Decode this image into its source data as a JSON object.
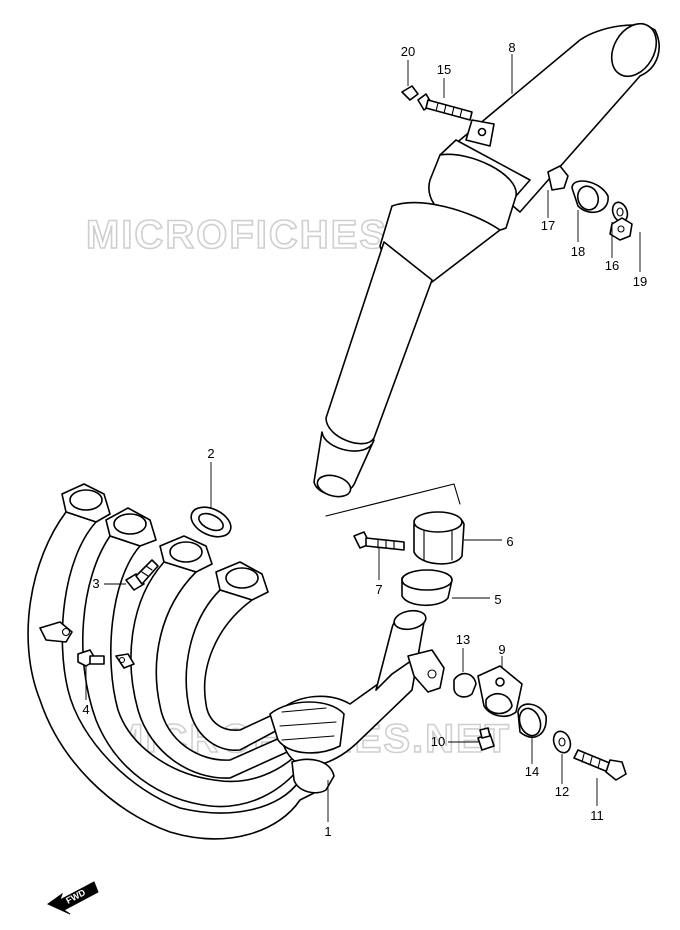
{
  "diagram": {
    "watermark_text": "MICROFICHES.NET",
    "fwd_label": "FWD",
    "parts": [
      {
        "id": "p1",
        "label": "1",
        "name": "exhaust-pipe-assembly"
      },
      {
        "id": "p2",
        "label": "2",
        "name": "gasket"
      },
      {
        "id": "p3",
        "label": "3",
        "name": "stud-bolt"
      },
      {
        "id": "p4",
        "label": "4",
        "name": "bolt"
      },
      {
        "id": "p5",
        "label": "5",
        "name": "gasket-ring"
      },
      {
        "id": "p6",
        "label": "6",
        "name": "clamp"
      },
      {
        "id": "p7",
        "label": "7",
        "name": "clamp-bolt"
      },
      {
        "id": "p8",
        "label": "8",
        "name": "muffler"
      },
      {
        "id": "p9",
        "label": "9",
        "name": "bracket"
      },
      {
        "id": "p10",
        "label": "10",
        "name": "bolt-small"
      },
      {
        "id": "p11",
        "label": "11",
        "name": "mounting-bolt"
      },
      {
        "id": "p12",
        "label": "12",
        "name": "washer"
      },
      {
        "id": "p13",
        "label": "13",
        "name": "collar"
      },
      {
        "id": "p14",
        "label": "14",
        "name": "cushion"
      },
      {
        "id": "p15",
        "label": "15",
        "name": "muffler-bolt"
      },
      {
        "id": "p16",
        "label": "16",
        "name": "washer"
      },
      {
        "id": "p17",
        "label": "17",
        "name": "collar"
      },
      {
        "id": "p18",
        "label": "18",
        "name": "cushion"
      },
      {
        "id": "p19",
        "label": "19",
        "name": "nut"
      },
      {
        "id": "p20",
        "label": "20",
        "name": "cap"
      }
    ]
  }
}
